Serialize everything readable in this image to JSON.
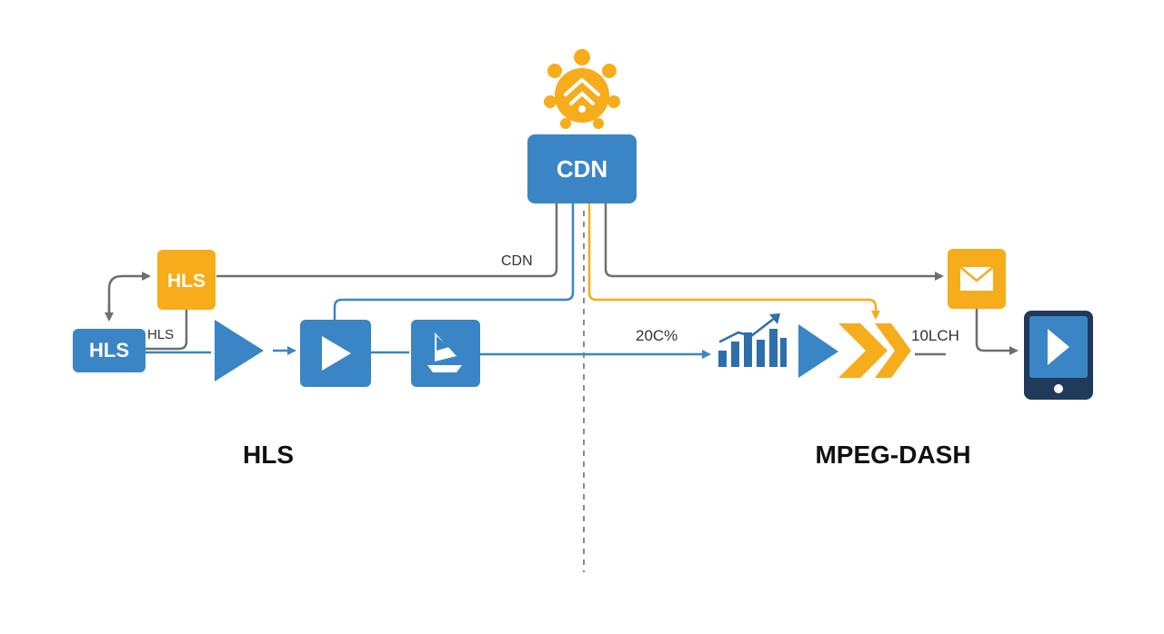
{
  "nodes": {
    "cdn": "CDN",
    "hls_orange": "HLS",
    "hls_blue": "HLS"
  },
  "labels": {
    "cdn_line": "CDN",
    "hls_small": "HLS",
    "percent": "20C%",
    "tenlch": "10LCH"
  },
  "sections": {
    "left": "HLS",
    "right": "MPEG-DASH"
  },
  "icons": {
    "cdn_badge": "gear-wifi-icon",
    "mail": "mail-icon",
    "play": "play-icon",
    "boat": "boat-icon",
    "chart": "bar-chart-icon",
    "chevrons": "double-chevron-icon",
    "tablet": "tablet-icon"
  },
  "colors": {
    "blue": "#3a85c5",
    "blue_dark": "#2c6fac",
    "orange": "#f7ac1c",
    "gray_line": "#6f6f6f",
    "navy": "#1f3a5a"
  }
}
